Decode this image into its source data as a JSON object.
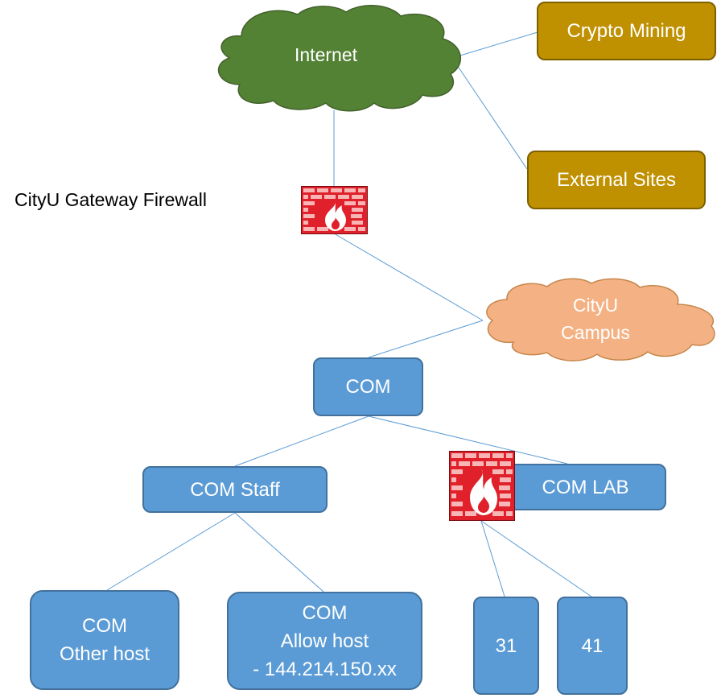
{
  "nodes": {
    "internet": {
      "label": "Internet"
    },
    "crypto_mining": {
      "label": "Crypto Mining"
    },
    "external_sites": {
      "label": "External Sites"
    },
    "gateway_firewall": {
      "label": "CityU Gateway Firewall"
    },
    "campus": {
      "line1": "CityU",
      "line2": "Campus"
    },
    "com": {
      "label": "COM"
    },
    "com_staff": {
      "label": "COM Staff"
    },
    "com_lab": {
      "label": "COM LAB"
    },
    "other_host": {
      "line1": "COM",
      "line2": "Other host"
    },
    "allow_host": {
      "line1": "COM",
      "line2": "Allow host",
      "line3": "- 144.214.150.xx"
    },
    "lab_31": {
      "label": "31"
    },
    "lab_41": {
      "label": "41"
    }
  },
  "colors": {
    "internet_cloud": "#548235",
    "campus_cloud": "#f4b183",
    "box_blue": "#5b9bd5",
    "box_gold": "#bf9000",
    "link": "#5b9bd5",
    "firewall": "#e0202a"
  },
  "icons": [
    "firewall-icon"
  ]
}
